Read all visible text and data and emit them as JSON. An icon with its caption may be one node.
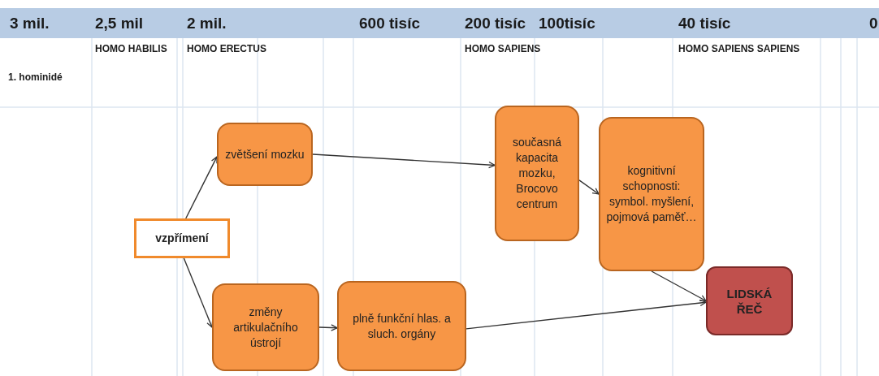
{
  "diagram": {
    "nodes": [
      {
        "text": [
          "vzpřímení"
        ]
      },
      {
        "text": [
          "zvětšení mozku"
        ]
      },
      {
        "text": [
          "současná kapacita mozku, Brocovo centrum"
        ]
      },
      {
        "text": [
          "kognitivní schopnosti: symbol. myšlení, pojmová paměť…"
        ]
      },
      {
        "text": [
          "změny artikulačního ústrojí"
        ]
      },
      {
        "text": [
          "plně funkční hlas. a sluch. orgány"
        ]
      },
      {
        "text": [
          "LIDSKÁ ŘEČ"
        ]
      }
    ],
    "edges": [
      {
        "from": 0,
        "to": 1,
        "arrow": "to"
      },
      {
        "from": 0,
        "to": 4,
        "arrow": "to"
      },
      {
        "from": 1,
        "to": 2,
        "arrow": "to"
      },
      {
        "from": 2,
        "to": 3,
        "arrow": "to"
      },
      {
        "from": 4,
        "to": 5,
        "arrow": "to"
      },
      {
        "from": 5,
        "to": 6,
        "arrow": "to"
      },
      {
        "from": 3,
        "to": 6,
        "arrow": "to"
      }
    ],
    "labels": [
      "3 mil.",
      "2,5 mil",
      "2 mil.",
      "600 tisíc",
      "200 tisíc",
      "100tisíc",
      "40 tisíc",
      "0",
      "1. hominidé",
      "HOMO HABILIS",
      "HOMO ERECTUS",
      "HOMO SAPIENS",
      "HOMO SAPIENS SAPIENS"
    ]
  }
}
